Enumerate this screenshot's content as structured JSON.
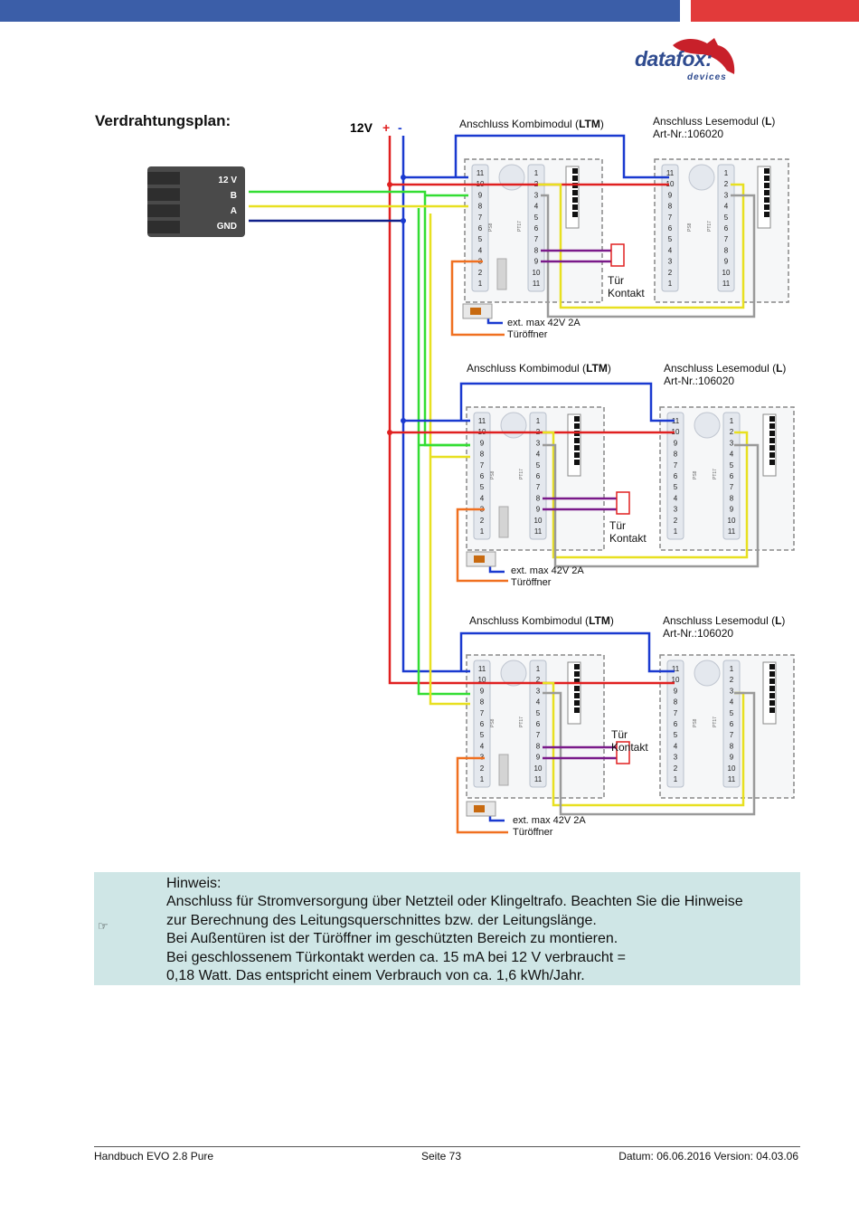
{
  "header": {
    "accent_blue": "#3b5ea8",
    "accent_red": "#e23a3a"
  },
  "logo": {
    "text": "datafox:",
    "sub": "devices"
  },
  "title": "Verdrahtungsplan:",
  "supply": {
    "label": "12V",
    "plus": "+",
    "minus": "-"
  },
  "connector": {
    "pins": [
      "12 V",
      "B",
      "A",
      "GND"
    ]
  },
  "groups": [
    {
      "ltm_prefix": "Anschluss Kombimodul (",
      "ltm_bold": "LTM",
      "ltm_suffix": ")",
      "l_prefix": "Anschluss Lesemodul (",
      "l_bold": "L",
      "l_suffix": ")",
      "art": "Art-Nr.:106020",
      "tuer": "Tür",
      "kontakt": "Kontakt",
      "ext": "ext. max 42V 2A",
      "opener": "Türöffner"
    },
    {
      "ltm_prefix": "Anschluss Kombimodul (",
      "ltm_bold": "LTM",
      "ltm_suffix": ")",
      "l_prefix": "Anschluss Lesemodul (",
      "l_bold": "L",
      "l_suffix": ")",
      "art": "Art-Nr.:106020",
      "tuer": "Tür",
      "kontakt": "Kontakt",
      "ext": "ext. max 42V 2A",
      "opener": "Türöffner"
    },
    {
      "ltm_prefix": "Anschluss Kombimodul (",
      "ltm_bold": "LTM",
      "ltm_suffix": ")",
      "l_prefix": "Anschluss Lesemodul (",
      "l_bold": "L",
      "l_suffix": ")",
      "art": "Art-Nr.:106020",
      "tuer": "Tür",
      "kontakt": "Kontakt",
      "ext": "ext. max 42V 2A",
      "opener": "Türöffner"
    }
  ],
  "terminal_left": [
    "11",
    "10",
    "9",
    "8",
    "7",
    "6",
    "5",
    "4",
    "3",
    "2",
    "1"
  ],
  "terminal_right": [
    "1",
    "2",
    "3",
    "4",
    "5",
    "6",
    "7",
    "8",
    "9",
    "10",
    "11"
  ],
  "note": {
    "icon": "pointing-hand-icon",
    "lines": [
      "Hinweis:",
      "Anschluss für Stromversorgung über Netzteil oder Klingeltrafo. Beachten Sie die Hinweise",
      "zur Berechnung des Leitungsquerschnittes bzw. der Leitungslänge.",
      "Bei Außentüren ist der Türöffner im geschützten Bereich zu montieren.",
      "Bei geschlossenem Türkontakt werden ca. 15 mA bei 12 V verbraucht  =",
      "0,18 Watt. Das entspricht einem Verbrauch von ca. 1,6 kWh/Jahr."
    ]
  },
  "footer": {
    "left": "Handbuch EVO 2.8 Pure",
    "center": "Seite 73",
    "right": "Datum: 06.06.2016  Version: 04.03.06"
  },
  "wire_colors": {
    "red": "#e02020",
    "blue": "#1a3ad0",
    "green": "#33dd33",
    "yellow": "#e8e020",
    "navy": "#10208a",
    "orange": "#f07020",
    "purple": "#7a1a8a",
    "gray": "#9a9a9a"
  }
}
